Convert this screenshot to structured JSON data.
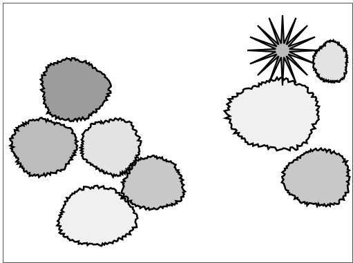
{
  "canvas": {
    "background": "#ffffff",
    "border_color": "#555555"
  },
  "palette": {
    "outline": "#000000",
    "dark_gray": "#9c9c9c",
    "mid_gray": "#bcbcbc",
    "gray": "#c8c8c8",
    "light_gray": "#e3e3e3",
    "pale_gray": "#f0f0f0"
  },
  "shapes": [
    {
      "name": "blob-dark-top-left",
      "kind": "blob",
      "fill": "dark_gray"
    },
    {
      "name": "blob-left",
      "kind": "blob",
      "fill": "mid_gray"
    },
    {
      "name": "blob-center-left",
      "kind": "blob",
      "fill": "light_gray"
    },
    {
      "name": "blob-center-right",
      "kind": "blob",
      "fill": "gray"
    },
    {
      "name": "blob-bottom-center",
      "kind": "blob",
      "fill": "pale_gray"
    },
    {
      "name": "blob-small-top-right",
      "kind": "blob",
      "fill": "light_gray"
    },
    {
      "name": "blob-large-right",
      "kind": "blob",
      "fill": "pale_gray"
    },
    {
      "name": "blob-bottom-right",
      "kind": "blob",
      "fill": "gray"
    },
    {
      "name": "starburst",
      "kind": "star",
      "fill": "mid_gray"
    }
  ]
}
